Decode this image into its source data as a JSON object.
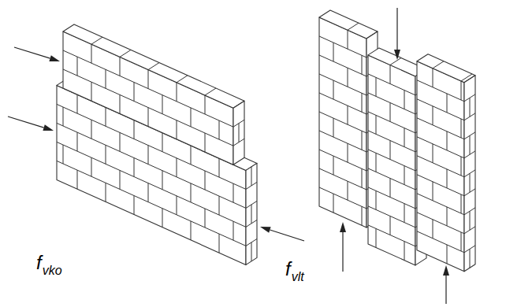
{
  "diagram": {
    "labels": [
      "f",
      "vko",
      "f",
      "vlt"
    ]
  }
}
